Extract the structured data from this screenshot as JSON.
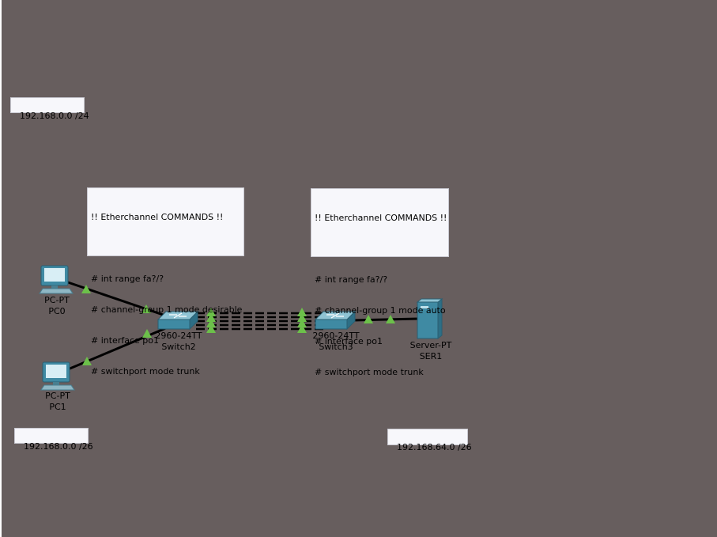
{
  "notes": {
    "net_top": "192.168.0.0 /24",
    "net_pcs": "192.168.0.0 /26",
    "net_server": "192.168.64.0 /26",
    "ether_left": {
      "title": "!! Etherchannel COMMANDS !!",
      "lines": [
        "# int range fa?/?",
        "# channel-group 1 mode desirable",
        "# interface po1",
        "# switchport mode trunk"
      ]
    },
    "ether_right": {
      "title": "!! Etherchannel COMMANDS !!",
      "lines": [
        "# int range fa?/?",
        "# channel-group 1 mode auto",
        "# interface po1",
        "# switchport mode trunk"
      ]
    }
  },
  "devices": {
    "pc0": {
      "model": "PC-PT",
      "name": "PC0"
    },
    "pc1": {
      "model": "PC-PT",
      "name": "PC1"
    },
    "switch2": {
      "model": "2960-24TT",
      "name": "Switch2"
    },
    "switch3": {
      "model": "2960-24TT",
      "name": "Switch3"
    },
    "ser1": {
      "model": "Server-PT",
      "name": "SER1"
    }
  },
  "colors": {
    "background": "#675e5e",
    "link": "#000000",
    "link_up_indicator": "#6cc04a",
    "device_body": "#4a90a8"
  }
}
